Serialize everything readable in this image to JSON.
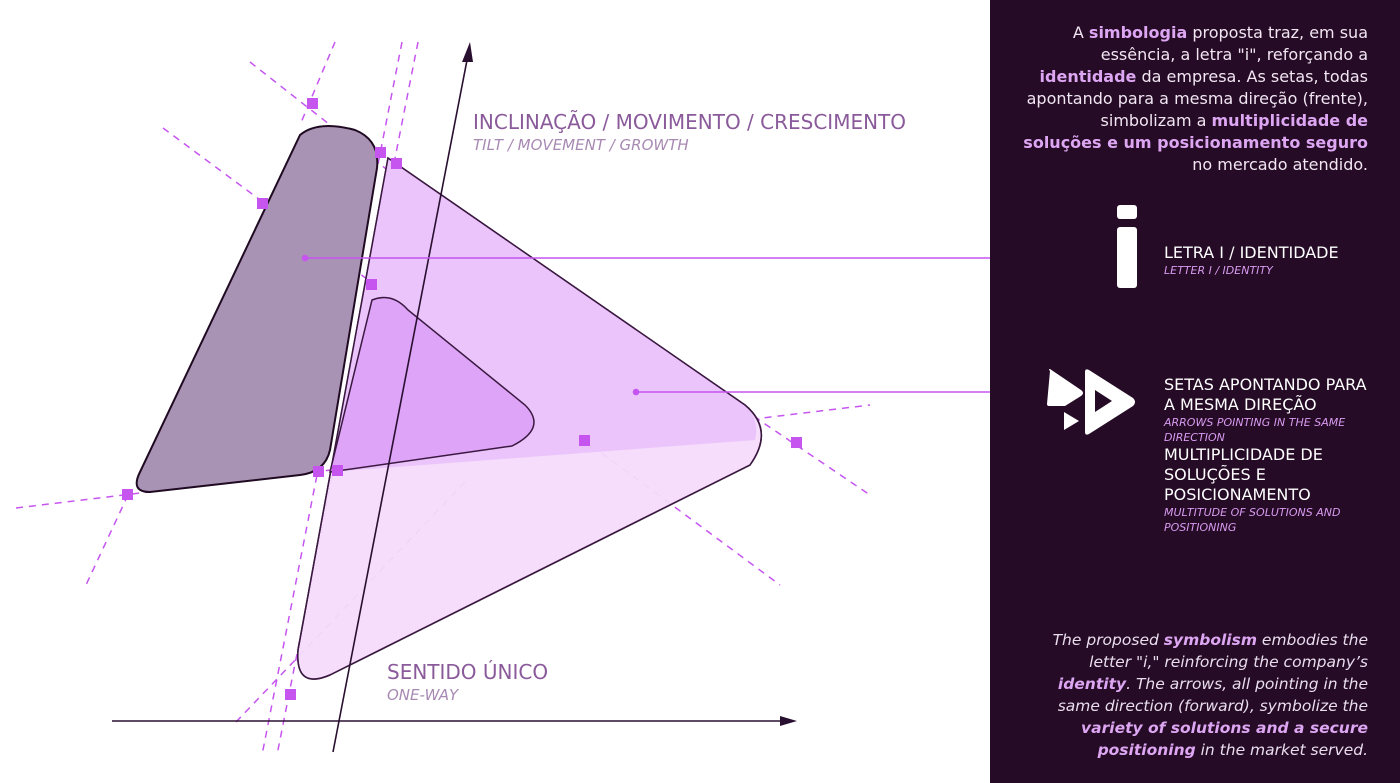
{
  "diagram": {
    "tilt_label": {
      "title": "INCLINAÇÃO / MOVIMENTO /  CRESCIMENTO",
      "subtitle": "TILT / MOVEMENT / GROWTH"
    },
    "oneway_label": {
      "title": "SENTIDO ÚNICO",
      "subtitle": "ONE-WAY"
    }
  },
  "panel": {
    "intro_pt": [
      {
        "text": "A ",
        "highlight": false
      },
      {
        "text": "simbologia",
        "highlight": true
      },
      {
        "text": " proposta traz, em sua essência, a letra \"i\", reforçando a ",
        "highlight": false
      },
      {
        "text": "identidade",
        "highlight": true
      },
      {
        "text": " da empresa. As setas, todas apontando para a mesma direção (frente), simbolizam a ",
        "highlight": false
      },
      {
        "text": "multiplicidade de soluções e um posicionamento seguro",
        "highlight": true
      },
      {
        "text": " no mercado atendido.",
        "highlight": false
      }
    ],
    "legend_i": {
      "title": "LETRA I / IDENTIDADE",
      "subtitle": "LETTER I / IDENTITY"
    },
    "legend_arrows": {
      "title": "SETAS APONTANDO PARA A MESMA DIREÇÃO",
      "subtitle": "ARROWS POINTING IN THE SAME DIRECTION",
      "title2": "MULTIPLICIDADE DE SOLUÇÕES E POSICIONAMENTO",
      "subtitle2": "MULTITUDE OF SOLUTIONS AND POSITIONING"
    },
    "intro_en": [
      {
        "text": "The proposed ",
        "highlight": false
      },
      {
        "text": "symbolism",
        "highlight": true
      },
      {
        "text": " embodies the letter \"i,\" reinforcing the company’s ",
        "highlight": false
      },
      {
        "text": "identity",
        "highlight": true
      },
      {
        "text": ". The arrows, all pointing in the same direction (forward), symbolize the ",
        "highlight": false
      },
      {
        "text": "variety of solutions and a secure positioning",
        "highlight": true
      },
      {
        "text": " in the market served.",
        "highlight": false
      }
    ]
  },
  "colors": {
    "panel_bg": "#250b26",
    "accent": "#c655f0",
    "label_purple": "#8a5a9a",
    "shape_dark": "#a993b4",
    "shape_light": "#e9c1fb",
    "shape_lighter": "#f5dcfb",
    "shape_inner": "#dea4f7"
  }
}
